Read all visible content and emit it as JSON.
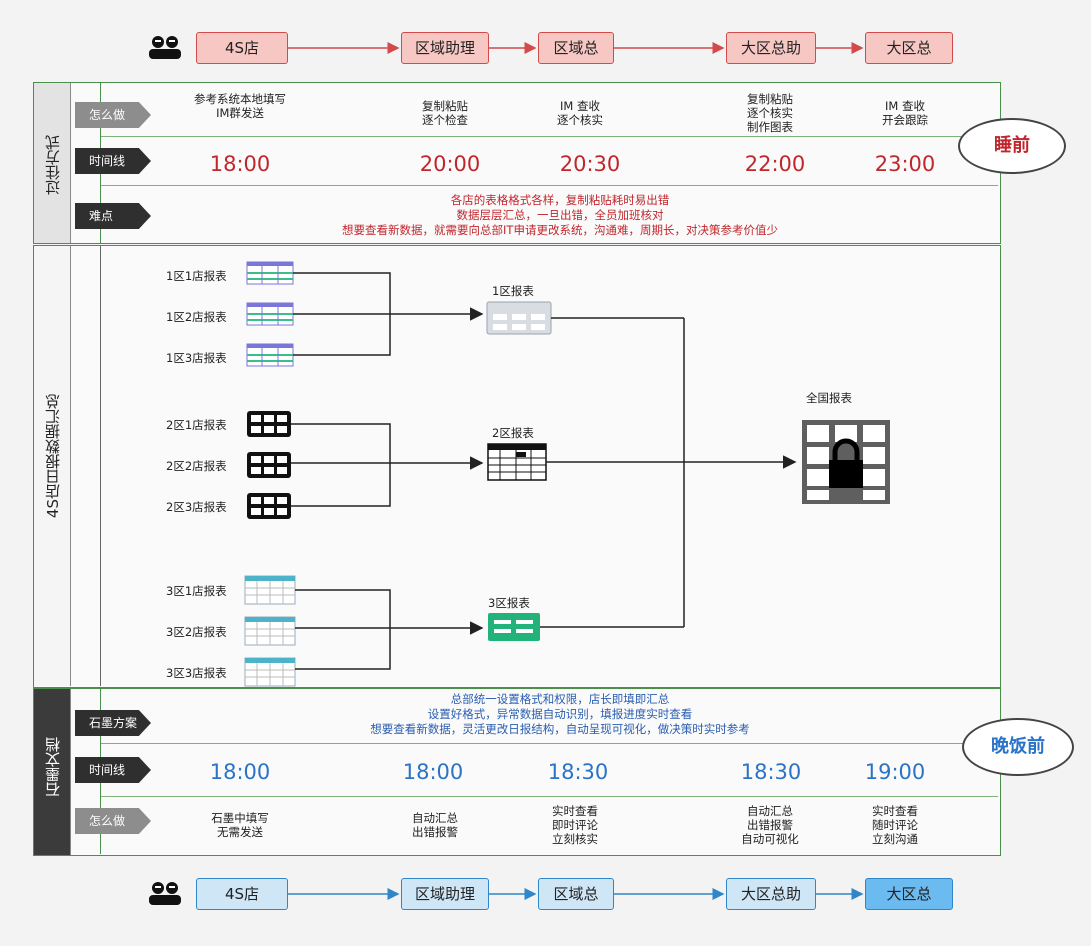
{
  "top_flow": {
    "steps": [
      "4S店",
      "区域助理",
      "区域总",
      "大区总助",
      "大区总"
    ]
  },
  "old_method": {
    "side_label": "过往方式",
    "how_tag": "怎么做",
    "timeline_tag": "时间线",
    "pain_tag": "难点",
    "how": [
      [
        "参考系统本地填写",
        "IM群发送"
      ],
      [
        "复制粘贴",
        "逐个检查"
      ],
      [
        "IM 查收",
        "逐个核实"
      ],
      [
        "复制粘贴",
        "逐个核实",
        "制作图表"
      ],
      [
        "IM 查收",
        "开会跟踪"
      ]
    ],
    "times": [
      "18:00",
      "20:00",
      "20:30",
      "22:00",
      "23:00"
    ],
    "pain": [
      "各店的表格格式各样，复制粘贴耗时易出错",
      "数据层层汇总，一旦出错，全员加班核对",
      "想要查看新数据，就需要向总部IT申请更改系统，沟通难，周期长，对决策参考价值少"
    ],
    "bubble": "睡前"
  },
  "diagram": {
    "side_label": "4S店日报数据汇总",
    "region1": {
      "stores": [
        "1区1店报表",
        "1区2店报表",
        "1区3店报表"
      ],
      "summary": "1区报表"
    },
    "region2": {
      "stores": [
        "2区1店报表",
        "2区2店报表",
        "2区3店报表"
      ],
      "summary": "2区报表"
    },
    "region3": {
      "stores": [
        "3区1店报表",
        "3区2店报表",
        "3区3店报表"
      ],
      "summary": "3区报表"
    },
    "national": "全国报表"
  },
  "new_method": {
    "side_label": "石墨文档",
    "plan_tag": "石墨方案",
    "timeline_tag": "时间线",
    "how_tag": "怎么做",
    "plan": [
      "总部统一设置格式和权限，店长即填即汇总",
      "设置好格式，异常数据自动识别，填报进度实时查看",
      "想要查看新数据，灵活更改日报结构，自动呈现可视化，做决策时实时参考"
    ],
    "times": [
      "18:00",
      "18:00",
      "18:30",
      "18:30",
      "19:00"
    ],
    "how": [
      [
        "石墨中填写",
        "无需发送"
      ],
      [
        "自动汇总",
        "出错报警"
      ],
      [
        "实时查看",
        "即时评论",
        "立刻核实"
      ],
      [
        "自动汇总",
        "出错报警",
        "自动可视化"
      ],
      [
        "实时查看",
        "随时评论",
        "立刻沟通"
      ]
    ],
    "bubble": "晚饭前"
  },
  "bottom_flow": {
    "steps": [
      "4S店",
      "区域助理",
      "区域总",
      "大区总助",
      "大区总"
    ]
  },
  "colors": {
    "red": "#c0272d",
    "blue": "#2a73c6",
    "green_border": "#4a8f4a"
  }
}
